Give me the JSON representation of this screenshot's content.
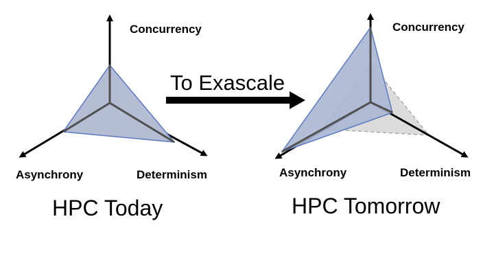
{
  "left": {
    "title": "HPC Today",
    "axes": {
      "top": "Concurrency",
      "left": "Asynchrony",
      "right": "Determinism"
    }
  },
  "arrow": {
    "label": "To Exascale"
  },
  "right": {
    "title": "HPC Tomorrow",
    "axes": {
      "top": "Concurrency",
      "left": "Asynchrony",
      "right": "Determinism"
    }
  },
  "colors": {
    "fill": "#b4bdd3",
    "edge": "#5b78c0",
    "ghost": "#d2d2d2"
  }
}
